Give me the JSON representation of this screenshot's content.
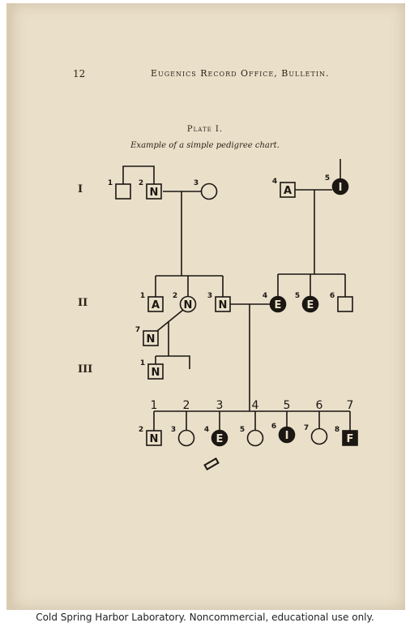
{
  "header": {
    "page_number": "12",
    "running_title": "Eugenics Record Office, Bulletin."
  },
  "plate": {
    "title": "Plate I.",
    "caption": "Example of a simple pedigree chart."
  },
  "generations": [
    "I",
    "II",
    "III"
  ],
  "individuals": [
    {
      "id": "g1-1",
      "number": "1",
      "shape": "square",
      "fill": "empty",
      "trait": ""
    },
    {
      "id": "g1-2",
      "number": "2",
      "shape": "square",
      "fill": "empty",
      "trait": "N"
    },
    {
      "id": "g1-3",
      "number": "3",
      "shape": "circle",
      "fill": "empty",
      "trait": ""
    },
    {
      "id": "g1-4",
      "number": "4",
      "shape": "square",
      "fill": "empty",
      "trait": "A"
    },
    {
      "id": "g1-5",
      "number": "5",
      "shape": "circle",
      "fill": "black",
      "trait": "I"
    },
    {
      "id": "g2-1",
      "number": "1",
      "shape": "square",
      "fill": "empty",
      "trait": "A"
    },
    {
      "id": "g2-2",
      "number": "2",
      "shape": "circle",
      "fill": "empty",
      "trait": "N"
    },
    {
      "id": "g2-3",
      "number": "3",
      "shape": "square",
      "fill": "empty",
      "trait": "N"
    },
    {
      "id": "g2-4",
      "number": "4",
      "shape": "circle",
      "fill": "black",
      "trait": "E"
    },
    {
      "id": "g2-5",
      "number": "5",
      "shape": "circle",
      "fill": "black",
      "trait": "E"
    },
    {
      "id": "g2-6",
      "number": "6",
      "shape": "square",
      "fill": "empty",
      "trait": ""
    },
    {
      "id": "g2-7",
      "number": "7",
      "shape": "square",
      "fill": "empty",
      "trait": "N"
    },
    {
      "id": "g3-1",
      "number": "1",
      "shape": "square",
      "fill": "empty",
      "trait": "N"
    },
    {
      "id": "g3b-2",
      "number": "2",
      "shape": "square",
      "fill": "empty",
      "trait": "N"
    },
    {
      "id": "g3b-3",
      "number": "3",
      "shape": "circle",
      "fill": "empty",
      "trait": ""
    },
    {
      "id": "g3b-4",
      "number": "4",
      "shape": "circle",
      "fill": "black",
      "trait": "E"
    },
    {
      "id": "g3b-5",
      "number": "5",
      "shape": "circle",
      "fill": "empty",
      "trait": ""
    },
    {
      "id": "g3b-6",
      "number": "6",
      "shape": "circle",
      "fill": "black",
      "trait": "I"
    },
    {
      "id": "g3b-7",
      "number": "7",
      "shape": "circle",
      "fill": "empty",
      "trait": ""
    },
    {
      "id": "g3b-8",
      "number": "8",
      "shape": "square",
      "fill": "black",
      "trait": "F"
    }
  ],
  "sibship_numbers": [
    "1",
    "2",
    "3",
    "4",
    "5",
    "6",
    "7"
  ],
  "footer": "Cold Spring Harbor Laboratory. Noncommercial, educational use only.",
  "colors": {
    "paper": "#eadfc9",
    "ink": "#1b1712"
  }
}
